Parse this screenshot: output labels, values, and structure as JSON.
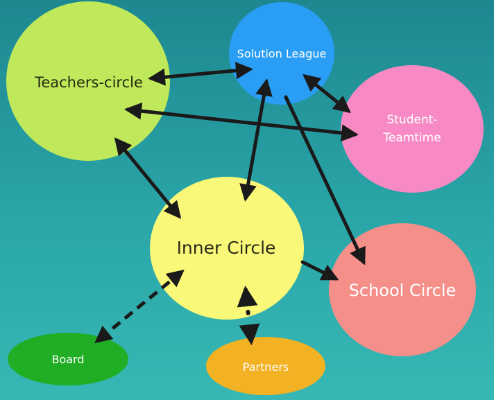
{
  "nodes": {
    "teachers_circle": {
      "label": "Teachers-circle",
      "color": "#bfe85a"
    },
    "solution_league": {
      "label": "Solution League",
      "color": "#2a9df4"
    },
    "student_teamtime": {
      "label_line1": "Student-",
      "label_line2": "Teamtime",
      "color": "#f78ac4"
    },
    "inner_circle": {
      "label": "Inner Circle",
      "color": "#faf878"
    },
    "school_circle": {
      "label": "School Circle",
      "color": "#f58f8a"
    },
    "board": {
      "label": "Board",
      "color": "#1fae24"
    },
    "partners": {
      "label": "Partners",
      "color": "#f2b224"
    }
  },
  "edges": [
    {
      "from": "Teachers-circle",
      "to": "Solution League",
      "style": "solid",
      "direction": "both"
    },
    {
      "from": "Teachers-circle",
      "to": "Student-Teamtime",
      "style": "solid",
      "direction": "both"
    },
    {
      "from": "Teachers-circle",
      "to": "Inner Circle",
      "style": "solid",
      "direction": "both"
    },
    {
      "from": "Solution League",
      "to": "Student-Teamtime",
      "style": "solid",
      "direction": "both"
    },
    {
      "from": "Solution League",
      "to": "Inner Circle",
      "style": "solid",
      "direction": "both"
    },
    {
      "from": "Solution League",
      "to": "School Circle",
      "style": "solid",
      "direction": "forward"
    },
    {
      "from": "Inner Circle",
      "to": "School Circle",
      "style": "solid",
      "direction": "forward"
    },
    {
      "from": "Inner Circle",
      "to": "Board",
      "style": "dashed",
      "direction": "both"
    },
    {
      "from": "Inner Circle",
      "to": "Partners",
      "style": "dotted",
      "direction": "both"
    }
  ],
  "colors": {
    "background_top": "#1d8790",
    "background_bottom": "#37b8b4",
    "arrow": "#1a1a1a"
  }
}
